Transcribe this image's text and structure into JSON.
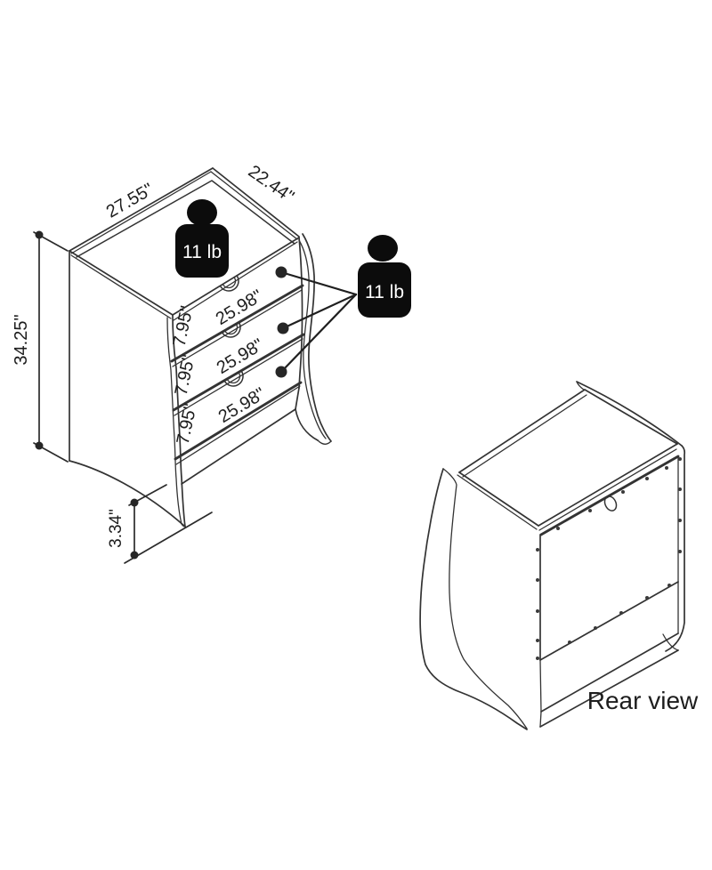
{
  "diagram": {
    "front_view": {
      "top_width_label": "27.55\"",
      "top_depth_label": "22.44\"",
      "height_label": "34.25\"",
      "leg_height_label": "3.34\"",
      "drawers": [
        {
          "width_label": "25.98\"",
          "height_label": "7.95\""
        },
        {
          "width_label": "25.98\"",
          "height_label": "7.95\""
        },
        {
          "width_label": "25.98\"",
          "height_label": "7.95\""
        }
      ],
      "top_surface_weight_capacity": "11 lb",
      "per_drawer_weight_capacity": "11 lb"
    },
    "rear_view": {
      "caption": "Rear view"
    },
    "colors": {
      "line": "#333333",
      "text": "#1d1d1d",
      "weight_icon_fill": "#0c0c0c",
      "weight_icon_text": "#ffffff",
      "background": "#ffffff"
    }
  }
}
